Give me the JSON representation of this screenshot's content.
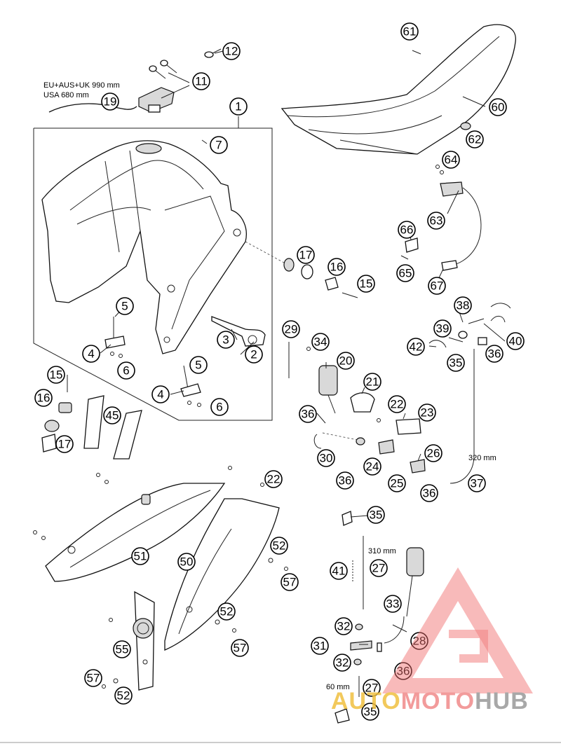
{
  "callouts": [
    {
      "n": "1"
    },
    {
      "n": "2"
    },
    {
      "n": "3"
    },
    {
      "n": "4"
    },
    {
      "n": "4"
    },
    {
      "n": "5"
    },
    {
      "n": "5"
    },
    {
      "n": "6"
    },
    {
      "n": "6"
    },
    {
      "n": "7"
    },
    {
      "n": "11"
    },
    {
      "n": "12"
    },
    {
      "n": "15"
    },
    {
      "n": "15"
    },
    {
      "n": "16"
    },
    {
      "n": "16"
    },
    {
      "n": "17"
    },
    {
      "n": "17"
    },
    {
      "n": "19"
    },
    {
      "n": "20"
    },
    {
      "n": "21"
    },
    {
      "n": "22"
    },
    {
      "n": "22"
    },
    {
      "n": "23"
    },
    {
      "n": "24"
    },
    {
      "n": "25"
    },
    {
      "n": "26"
    },
    {
      "n": "27"
    },
    {
      "n": "27"
    },
    {
      "n": "28"
    },
    {
      "n": "29"
    },
    {
      "n": "30"
    },
    {
      "n": "31"
    },
    {
      "n": "32"
    },
    {
      "n": "32"
    },
    {
      "n": "33"
    },
    {
      "n": "34"
    },
    {
      "n": "35"
    },
    {
      "n": "35"
    },
    {
      "n": "35"
    },
    {
      "n": "36"
    },
    {
      "n": "36"
    },
    {
      "n": "36"
    },
    {
      "n": "36"
    },
    {
      "n": "36"
    },
    {
      "n": "37"
    },
    {
      "n": "38"
    },
    {
      "n": "39"
    },
    {
      "n": "40"
    },
    {
      "n": "41"
    },
    {
      "n": "42"
    },
    {
      "n": "45"
    },
    {
      "n": "50"
    },
    {
      "n": "51"
    },
    {
      "n": "52"
    },
    {
      "n": "52"
    },
    {
      "n": "52"
    },
    {
      "n": "55"
    },
    {
      "n": "57"
    },
    {
      "n": "57"
    },
    {
      "n": "57"
    },
    {
      "n": "60"
    },
    {
      "n": "61"
    },
    {
      "n": "62"
    },
    {
      "n": "63"
    },
    {
      "n": "64"
    },
    {
      "n": "65"
    },
    {
      "n": "66"
    },
    {
      "n": "67"
    }
  ],
  "notes": {
    "hose_length_eu": "EU+AUS+UK 990 mm",
    "hose_length_usa": "USA 680 mm",
    "hose_320": "320 mm",
    "hose_310": "310 mm",
    "hose_60": "60 mm"
  },
  "watermark": {
    "part1": "AUTO",
    "part2": "MOTO",
    "part3": "HUB",
    "colors": {
      "auto": "#f0c040",
      "moto": "#f08a8a",
      "hub": "#9a9a9a",
      "triangle": "#ef6b6b"
    }
  }
}
